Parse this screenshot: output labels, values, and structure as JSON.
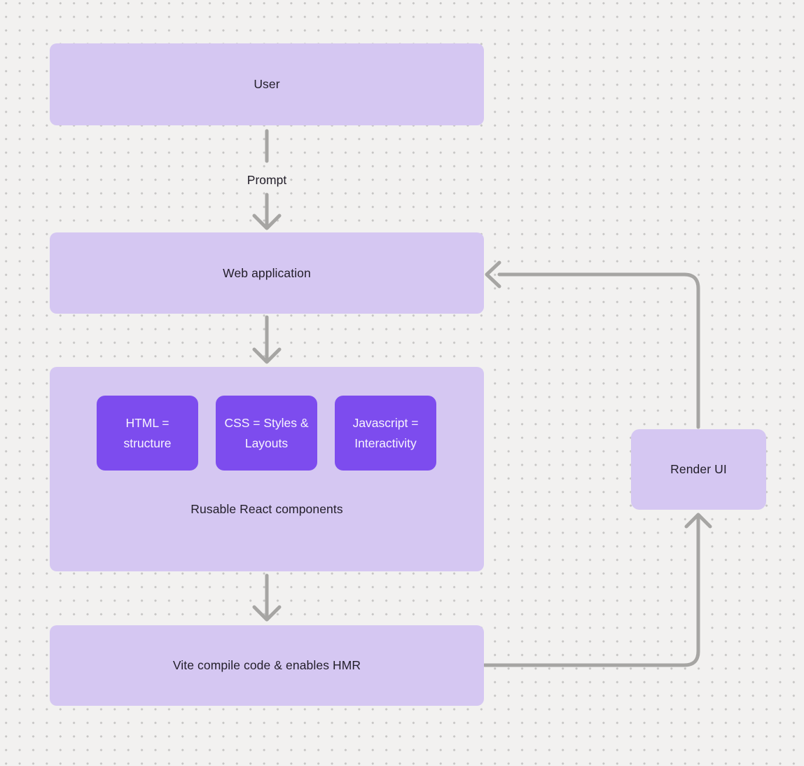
{
  "diagram": {
    "nodes": {
      "user": {
        "label": "User"
      },
      "web_application": {
        "label": "Web application"
      },
      "components": {
        "label": "Rusable React components",
        "children": [
          {
            "label": "HTML = structure"
          },
          {
            "label": "CSS = Styles & Layouts"
          },
          {
            "label": "Javascript = Interactivity"
          }
        ]
      },
      "vite": {
        "label": "Vite compile code & enables HMR"
      },
      "render_ui": {
        "label": "Render UI"
      }
    },
    "edge_labels": {
      "user_to_web": "Prompt"
    },
    "colors": {
      "background": "#f2f1f0",
      "grid_dot": "#c6c5c4",
      "node_fill_light": "#d5c7f2",
      "node_fill_dark": "#7d4cee",
      "text_dark": "#221e29",
      "text_light": "#f7f4fd",
      "connector": "#a6a5a3"
    }
  }
}
